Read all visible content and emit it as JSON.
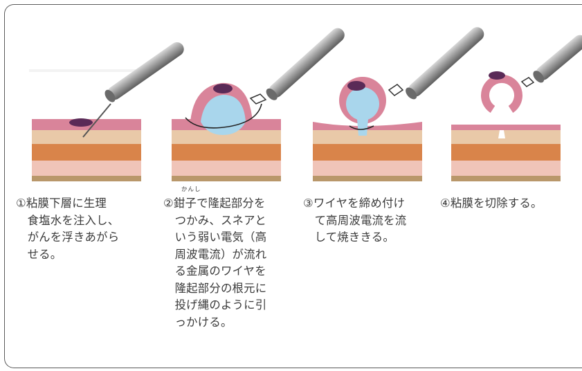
{
  "steps": [
    {
      "caption": "①粘膜下層に生理\n　食塩水を注入し、\n　がんを浮きあがら\n　せる。"
    },
    {
      "caption": "②鉗子で隆起部分を\n　つかみ、スネアと\n　いう弱い電気（高\n　周波電流）が流れ\n　る金属のワイヤを\n　隆起部分の根元に\n　投げ縄のように引\n　っかける。",
      "furigana": "かんし"
    },
    {
      "caption": "③ワイヤを締め付け\n　て高周波電流を流\n　して焼ききる。"
    },
    {
      "caption": "④粘膜を切除する。"
    }
  ],
  "colors": {
    "mucosa_top": "#d9849a",
    "mucosa": "#e9c9a8",
    "muscle": "#d9844a",
    "submucosa": "#f0c4b8",
    "bottom": "#b9976a",
    "tumor": "#5a2a57",
    "saline": "#a9d6ec",
    "instrument": "#8a8a8a"
  }
}
